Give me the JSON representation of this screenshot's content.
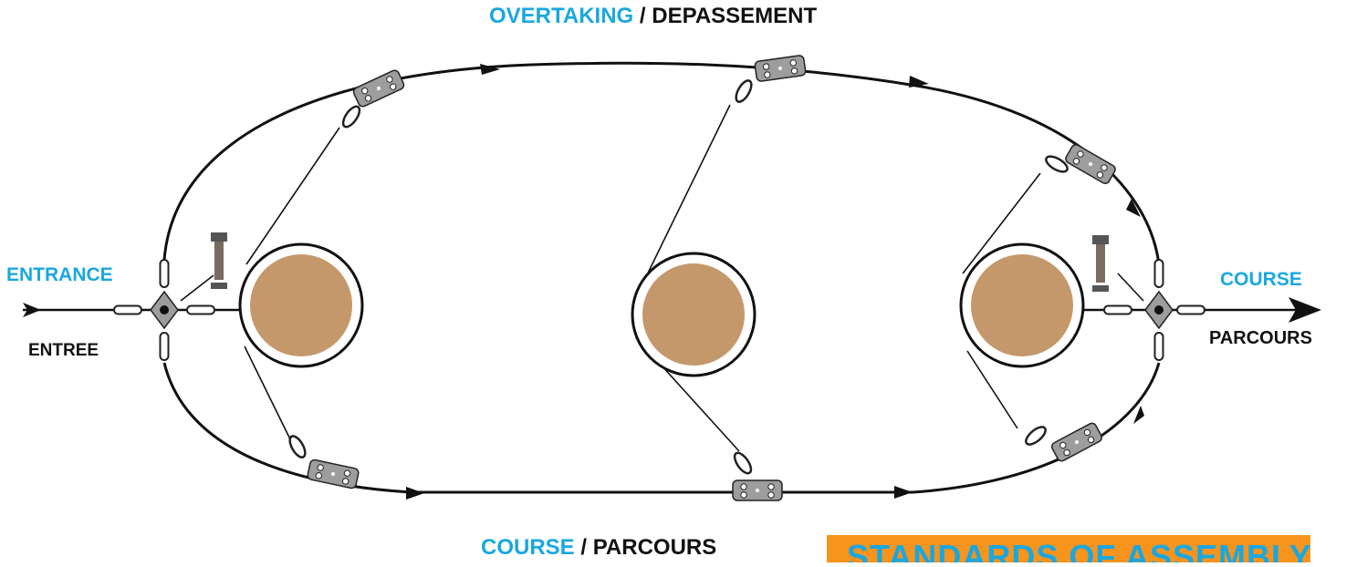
{
  "labels": {
    "top_left": "OVERTAKING",
    "top_sep": " / ",
    "top_right": "DEPASSEMENT",
    "bottom_left": "COURSE",
    "bottom_sep": " / ",
    "bottom_right": "PARCOURS",
    "entrance": "ENTRANCE",
    "entree": "ENTREE",
    "course": "COURSE",
    "parcours": "PARCOURS",
    "banner": "STANDARDS OF ASSEMBLY"
  },
  "colors": {
    "blue": "#1aa7df",
    "tree": "#c4986b",
    "banner": "#f7941d",
    "metal": "#9d9d9d",
    "cable": "#111111"
  },
  "icons": [
    "tree-trunk-icon",
    "pulley-plate-icon",
    "carabiner-icon",
    "bolt-icon",
    "junction-plate-icon",
    "direction-arrow-icon"
  ]
}
